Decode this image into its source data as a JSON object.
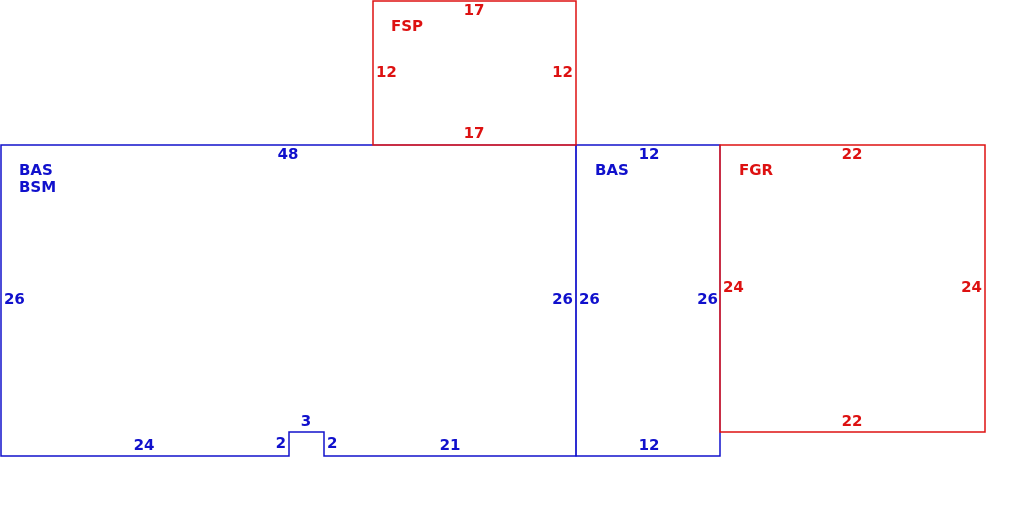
{
  "colors": {
    "living": "#1010cc",
    "other": "#dd1111",
    "background": "#ffffff"
  },
  "areas": {
    "main": {
      "codes": [
        "BAS",
        "BSM"
      ],
      "dimensions": {
        "top": "48",
        "left": "26",
        "right": "26",
        "bottom_left": "24",
        "notch_left": "2",
        "notch_top": "3",
        "notch_right": "2",
        "bottom_right": "21"
      }
    },
    "addition": {
      "codes": [
        "BAS"
      ],
      "dimensions": {
        "top": "12",
        "left": "26",
        "right": "26",
        "bottom": "12"
      }
    },
    "porch": {
      "codes": [
        "FSP"
      ],
      "dimensions": {
        "top": "17",
        "left": "12",
        "right": "12",
        "bottom": "17"
      }
    },
    "garage": {
      "codes": [
        "FGR"
      ],
      "dimensions": {
        "top": "22",
        "left": "24",
        "right": "24",
        "bottom": "22"
      }
    }
  }
}
